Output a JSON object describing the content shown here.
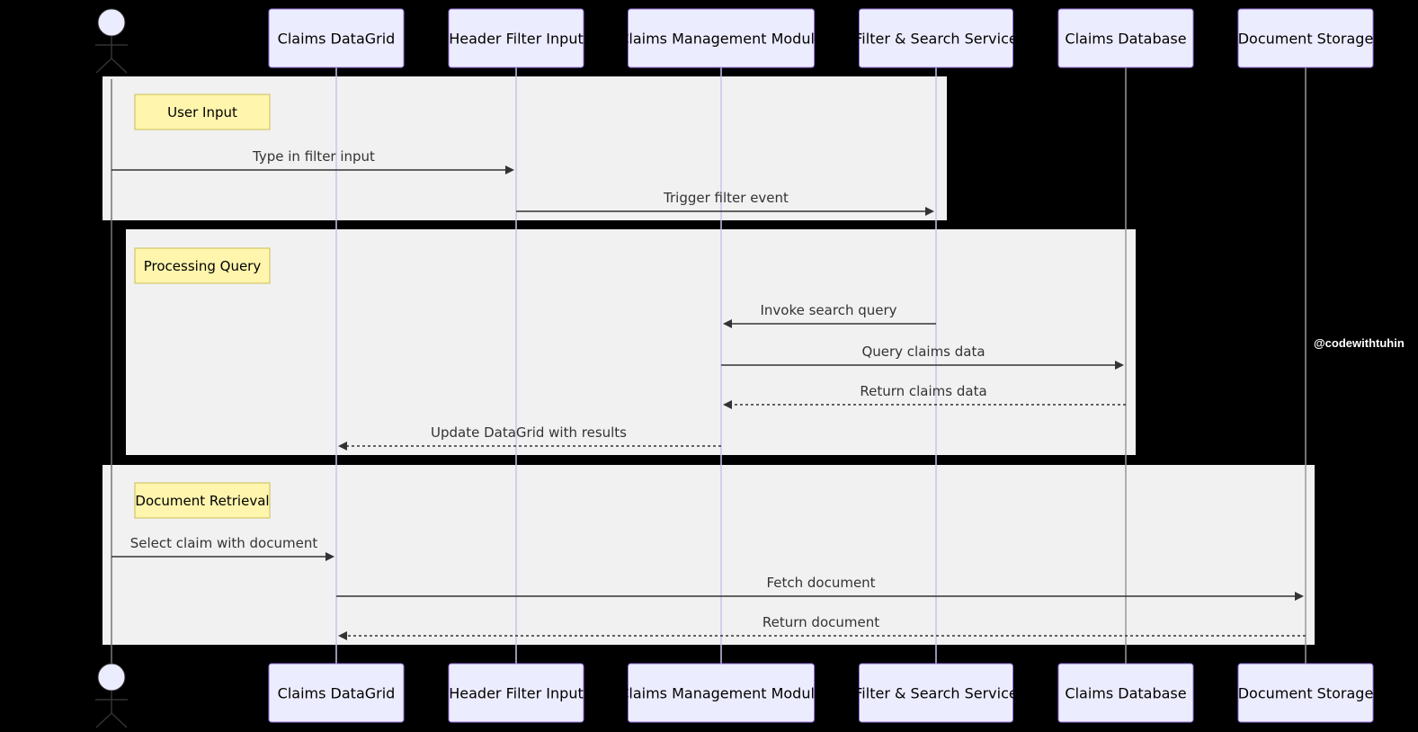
{
  "participants": [
    {
      "id": "user",
      "type": "actor",
      "label": ""
    },
    {
      "id": "datagrid",
      "type": "box",
      "label": "Claims DataGrid"
    },
    {
      "id": "filter_input",
      "type": "box",
      "label": "Header Filter Input"
    },
    {
      "id": "cmm",
      "type": "box",
      "label": "Claims Management Module"
    },
    {
      "id": "fss",
      "type": "box",
      "label": "Filter & Search Service"
    },
    {
      "id": "db",
      "type": "box",
      "label": "Claims Database"
    },
    {
      "id": "docs",
      "type": "box",
      "label": "Document Storage"
    }
  ],
  "groups": [
    {
      "note": "User Input"
    },
    {
      "note": "Processing Query"
    },
    {
      "note": "Document Retrieval"
    }
  ],
  "messages": [
    {
      "from": "user",
      "to": "filter_input",
      "label": "Type in filter input",
      "style": "solid"
    },
    {
      "from": "filter_input",
      "to": "fss",
      "label": "Trigger filter event",
      "style": "solid"
    },
    {
      "from": "fss",
      "to": "cmm",
      "label": "Invoke search query",
      "style": "solid"
    },
    {
      "from": "cmm",
      "to": "db",
      "label": "Query claims data",
      "style": "solid"
    },
    {
      "from": "db",
      "to": "cmm",
      "label": "Return claims data",
      "style": "dashed"
    },
    {
      "from": "cmm",
      "to": "datagrid",
      "label": "Update DataGrid with results",
      "style": "dashed"
    },
    {
      "from": "user",
      "to": "datagrid",
      "label": "Select claim with document",
      "style": "solid"
    },
    {
      "from": "datagrid",
      "to": "docs",
      "label": "Fetch document",
      "style": "solid"
    },
    {
      "from": "docs",
      "to": "datagrid",
      "label": "Return document",
      "style": "dashed"
    }
  ],
  "watermark": "@codewithtuhin",
  "colors": {
    "background": "#000000",
    "participant_fill": "#ECECFF",
    "participant_stroke": "#9370DB",
    "group_fill": "#F1F1F1",
    "note_fill": "#FFF5AD",
    "note_stroke": "#C9BF55",
    "message_line": "#333333"
  }
}
